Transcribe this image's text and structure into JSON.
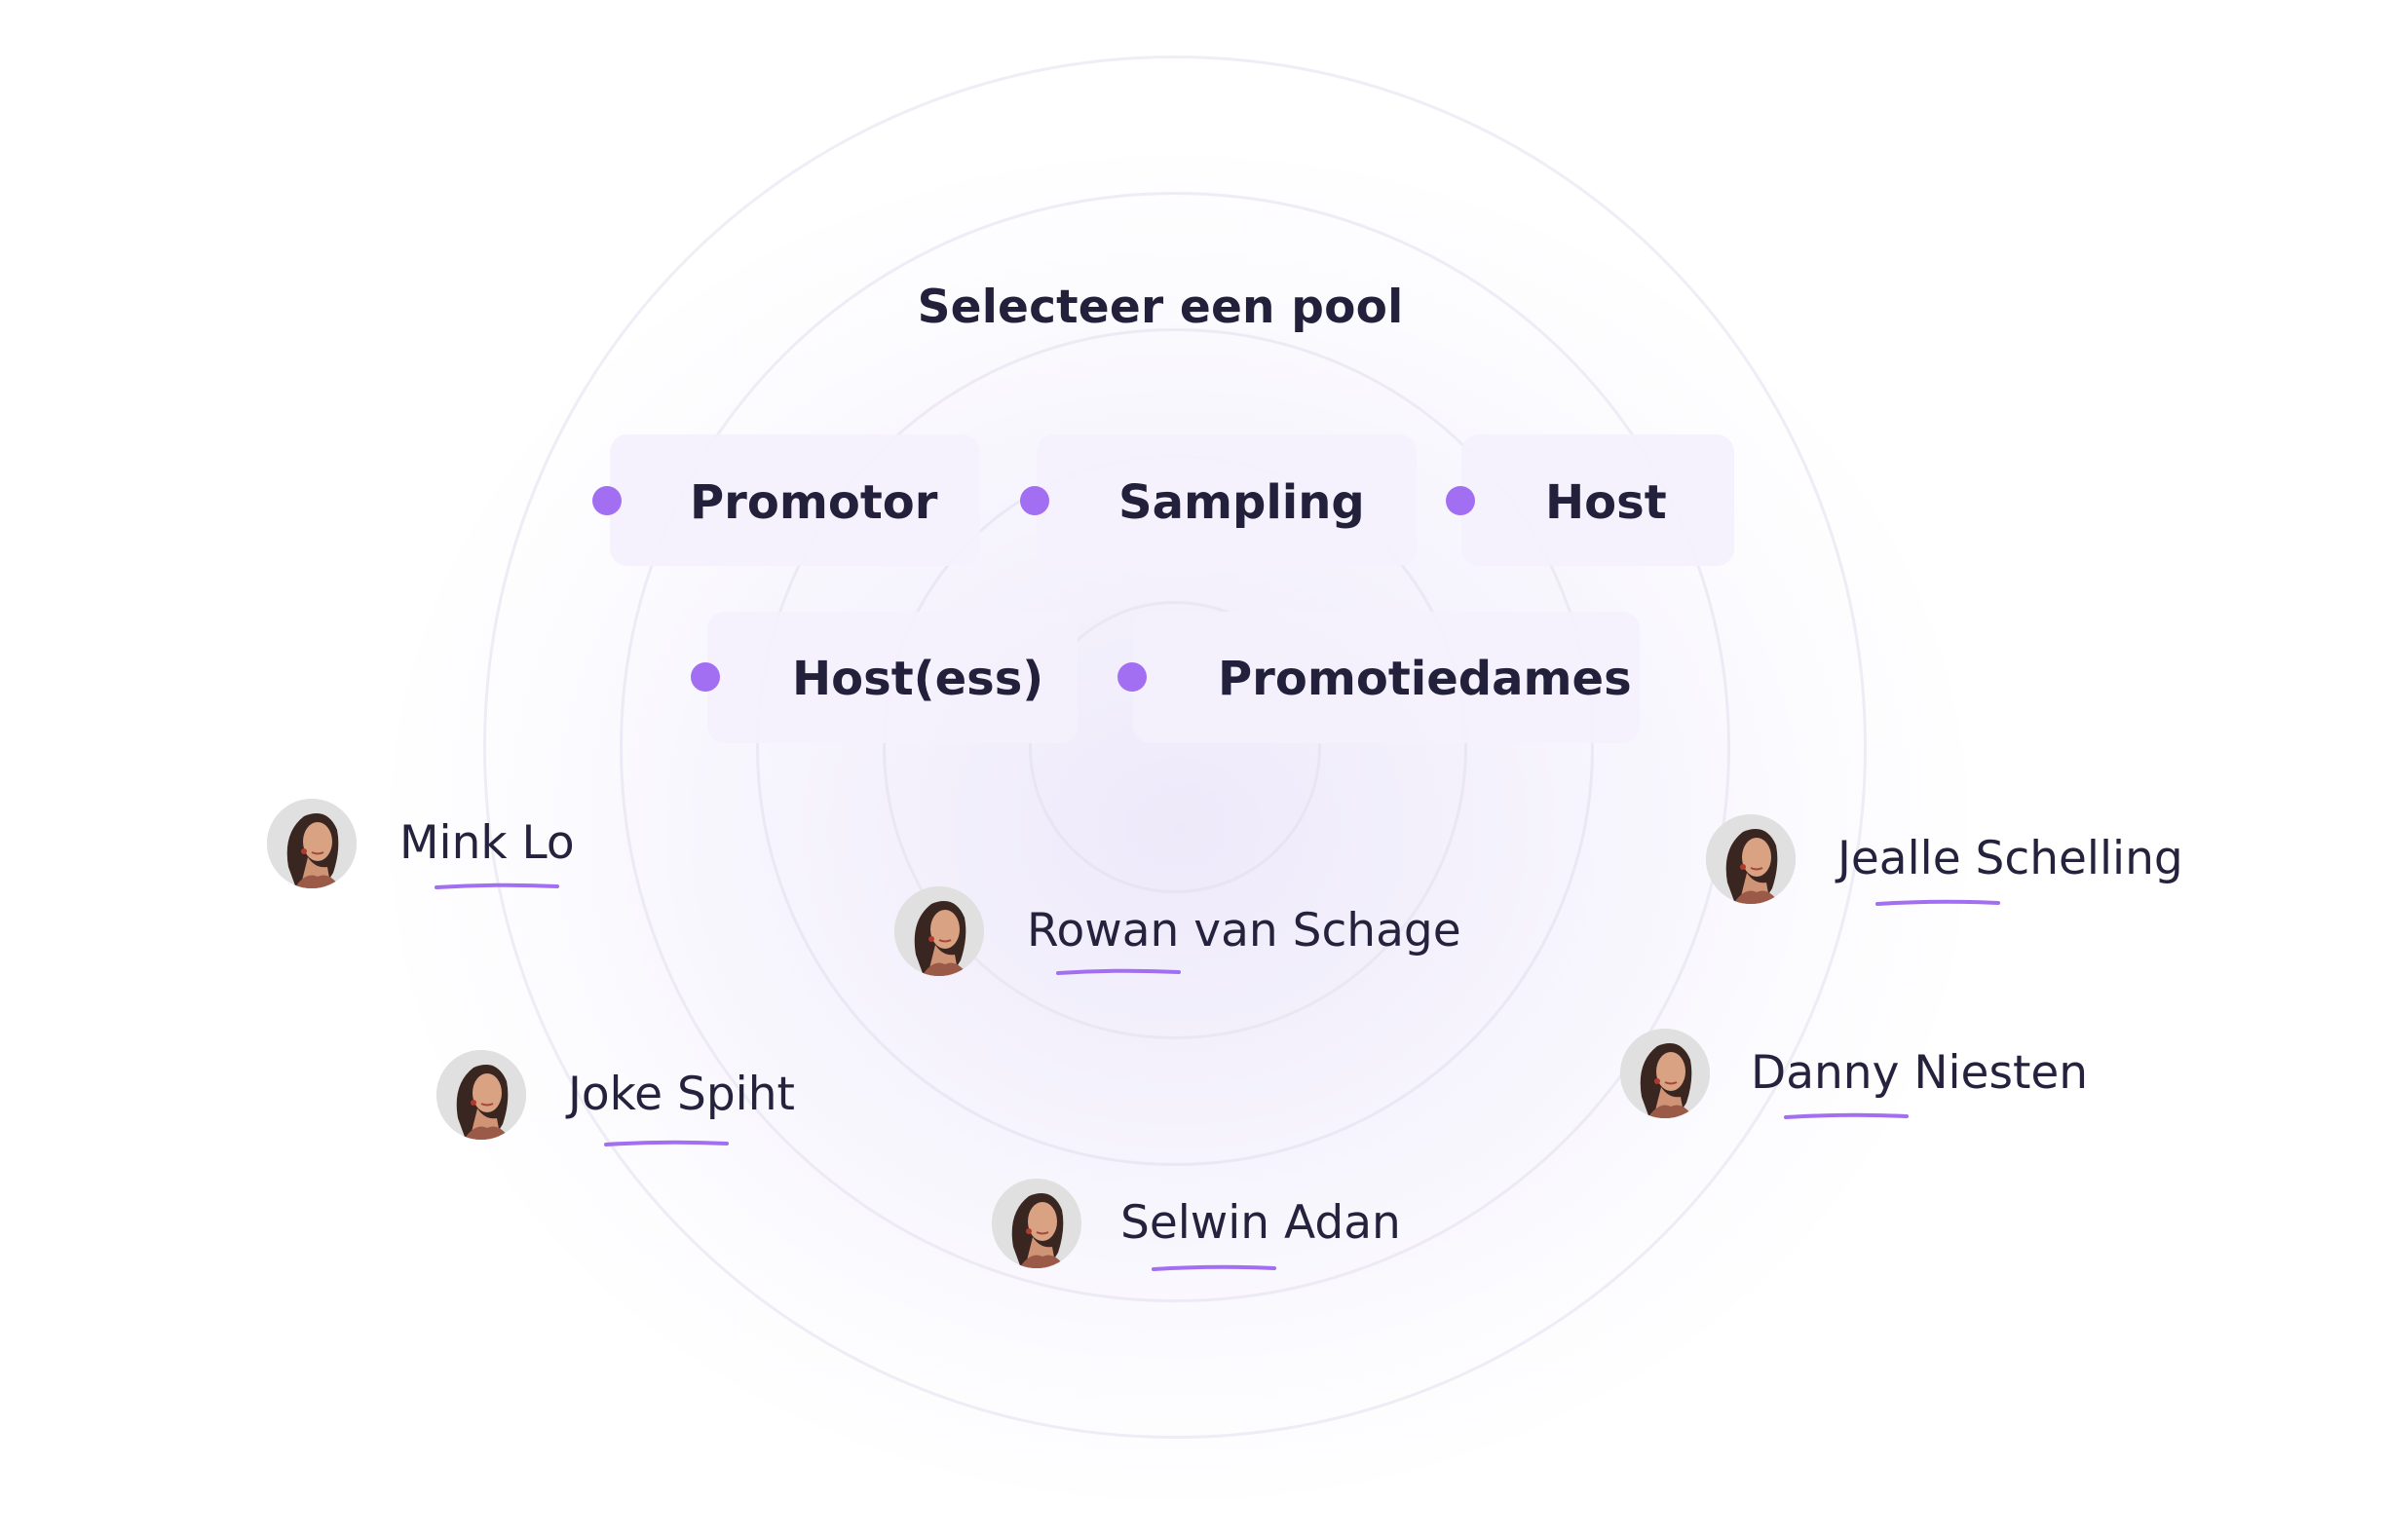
{
  "selector": {
    "title": "Selecteer een pool",
    "pools": [
      {
        "label": "Promotor"
      },
      {
        "label": "Sampling"
      },
      {
        "label": "Host"
      },
      {
        "label": "Host(ess)"
      },
      {
        "label": "Promotiedames"
      }
    ]
  },
  "people": [
    {
      "name": "Mink Lo"
    },
    {
      "name": "Rowan van Schage"
    },
    {
      "name": "Jealle Schelling"
    },
    {
      "name": "Joke Spiht"
    },
    {
      "name": "Danny Niesten"
    },
    {
      "name": "Selwin Adan"
    }
  ],
  "colors": {
    "accent": "#a26ef2",
    "text": "#22203a",
    "pill_background": "#f4f1fd"
  }
}
